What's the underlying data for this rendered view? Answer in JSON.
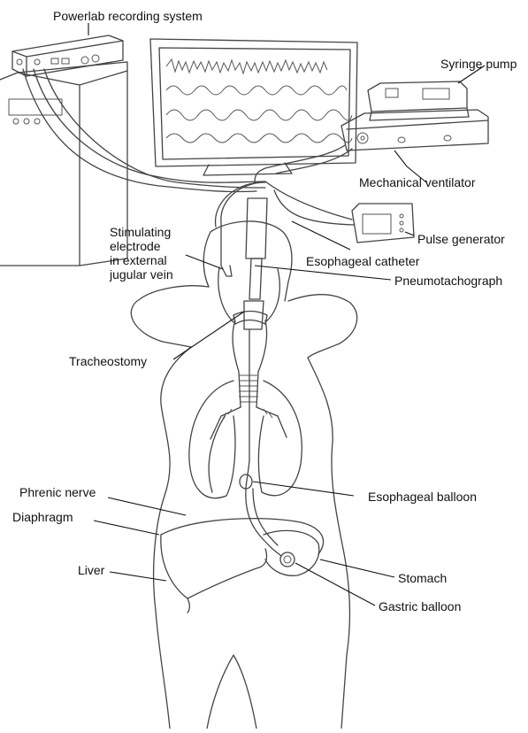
{
  "labels": {
    "powerlab": "Powerlab recording system",
    "syringe_pump": "Syringe pump",
    "mechanical_ventilator": "Mechanical ventilator",
    "pulse_generator": "Pulse generator",
    "stimulating_electrode": "Stimulating\nelectrode\nin external\njugular vein",
    "esophageal_catheter": "Esophageal catheter",
    "pneumotachograph": "Pneumotachograph",
    "tracheostomy": "Tracheostomy",
    "phrenic_nerve": "Phrenic nerve",
    "diaphragm": "Diaphragm",
    "liver": "Liver",
    "esophageal_balloon": "Esophageal balloon",
    "stomach": "Stomach",
    "gastric_balloon": "Gastric balloon"
  }
}
